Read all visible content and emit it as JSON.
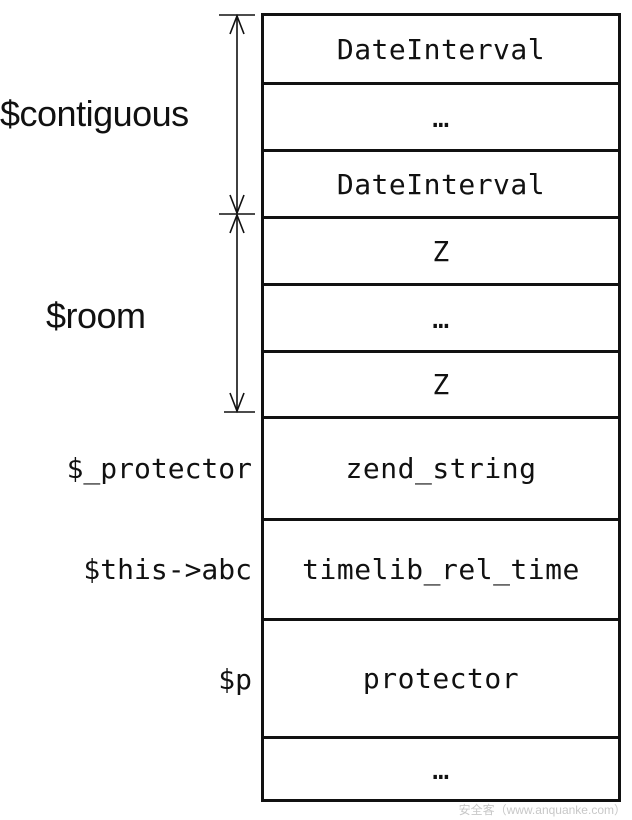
{
  "stack": {
    "cells": [
      {
        "label": "DateInterval"
      },
      {
        "label": "…"
      },
      {
        "label": "DateInterval"
      },
      {
        "label": "Z"
      },
      {
        "label": "…"
      },
      {
        "label": "Z"
      },
      {
        "label": "zend_string"
      },
      {
        "label": "timelib_rel_time"
      },
      {
        "label": "protector"
      },
      {
        "label": "…"
      }
    ]
  },
  "ranges": {
    "contiguous": "$contiguous",
    "room": "$room"
  },
  "pointers": {
    "protector_var": "$_protector",
    "this_abc": "$this->abc",
    "p": "$p"
  },
  "watermark": "安全客（www.anquanke.com）"
}
